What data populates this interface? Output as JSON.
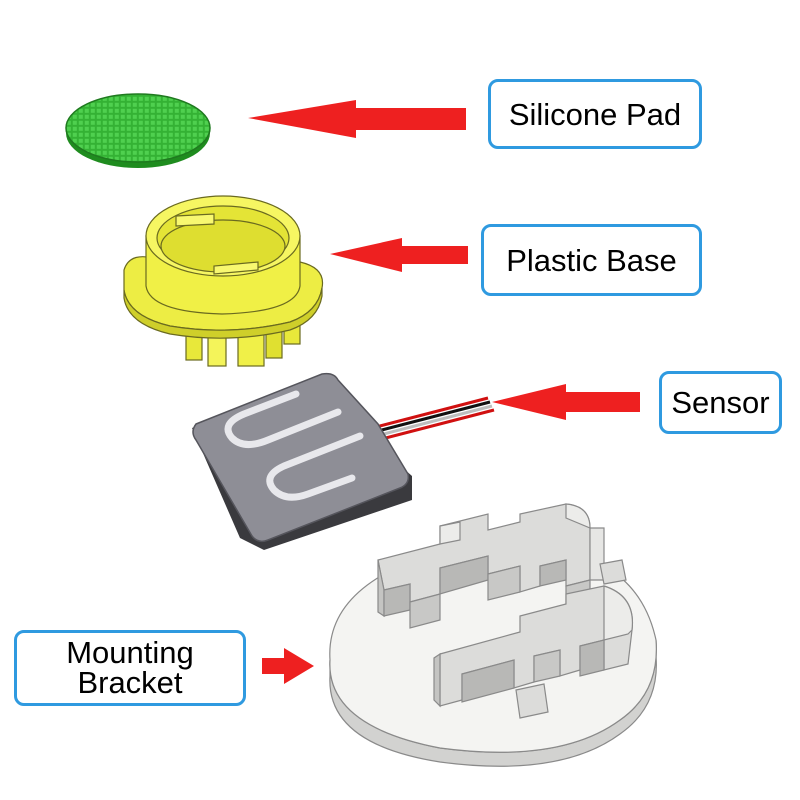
{
  "labels": {
    "silicone_pad": "Silicone Pad",
    "plastic_base": "Plastic Base",
    "sensor": "Sensor",
    "bracket_line1": "Mounting",
    "bracket_line2": "Bracket"
  },
  "parts": [
    {
      "id": "silicone-pad",
      "color": "#3fbf3f"
    },
    {
      "id": "plastic-base",
      "color": "#f0f04a"
    },
    {
      "id": "sensor",
      "color": "#8e8e96"
    },
    {
      "id": "mounting-bracket",
      "color": "#f2f2f0"
    }
  ],
  "colors": {
    "arrow": "#ee2020",
    "label_border": "#2f9ae0",
    "wire_colors": [
      "#d01010",
      "#111111",
      "#ffffff",
      "#d01010"
    ]
  }
}
